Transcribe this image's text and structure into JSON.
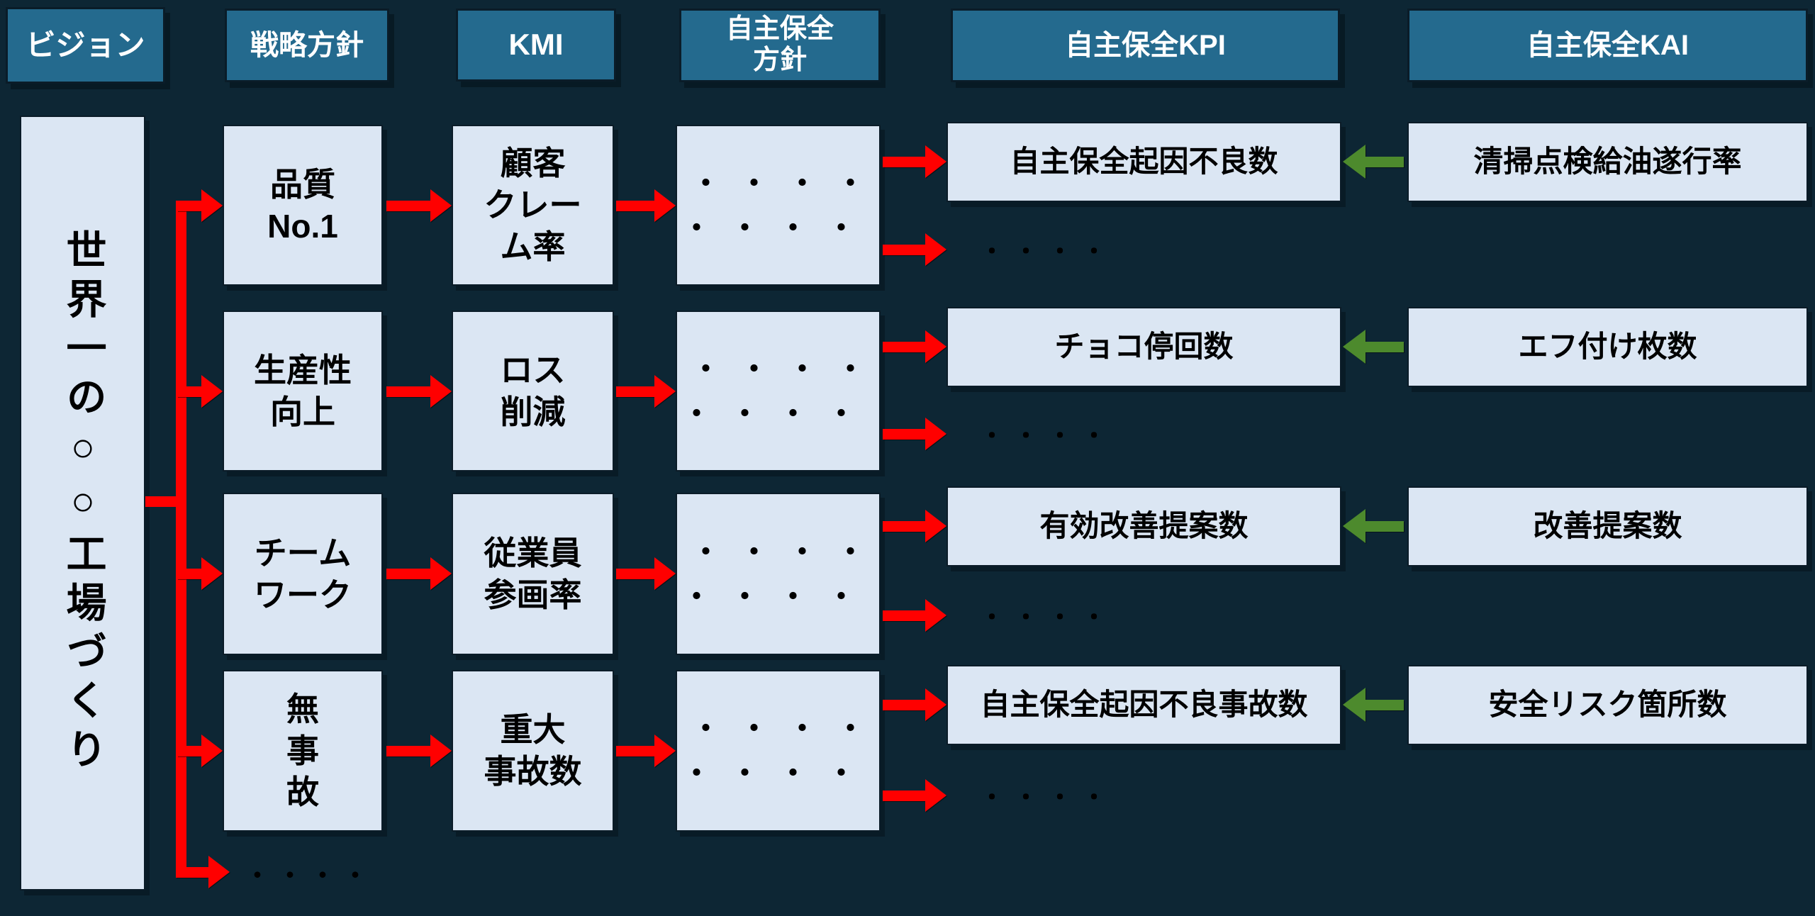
{
  "headers": {
    "vision": "ビジョン",
    "strategy": "戦略方針",
    "kmi": "KMI",
    "am_policy": "自主保全\n方針",
    "am_kpi": "自主保全KPI",
    "am_kai": "自主保全KAI"
  },
  "vision_text": "世界一の○○工場づくり",
  "rows": [
    {
      "strategy": "品質\nNo.1",
      "kmi": "顧客\nクレー\nム率",
      "policy_dots": "・・・・\n・・・・",
      "kpi": "自主保全起因不良数",
      "kpi_more": "・・・・",
      "kai": "清掃点検給油遂行率"
    },
    {
      "strategy": "生産性\n向上",
      "kmi": "ロス\n削減",
      "policy_dots": "・・・・\n・・・・",
      "kpi": "チョコ停回数",
      "kpi_more": "・・・・",
      "kai": "エフ付け枚数"
    },
    {
      "strategy": "チーム\nワーク",
      "kmi": "従業員\n参画率",
      "policy_dots": "・・・・\n・・・・",
      "kpi": "有効改善提案数",
      "kpi_more": "・・・・",
      "kai": "改善提案数"
    },
    {
      "strategy": "無\n事\n故",
      "kmi": "重大\n事故数",
      "policy_dots": "・・・・\n・・・・",
      "kpi": "自主保全起因不良事故数",
      "kpi_more": "・・・・",
      "kai": "安全リスク箇所数"
    }
  ],
  "more_dots": "・・・・",
  "colors": {
    "background": "#0d2634",
    "header_fill": "#246a8e",
    "box_fill": "#dbe6f3",
    "arrow_red": "#ff0000",
    "arrow_green": "#4d8a2d",
    "text_dark": "#000000",
    "text_light": "#ffffff"
  }
}
